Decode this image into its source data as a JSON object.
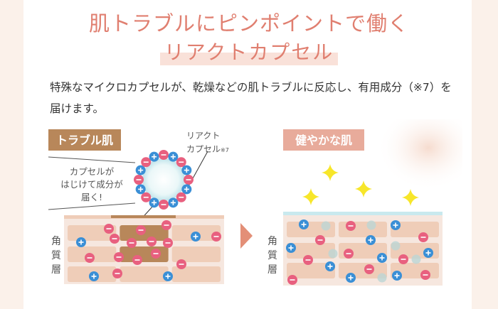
{
  "heading": {
    "line1": "肌トラブルにピンポイントで働く",
    "line2": "リアクトカプセル"
  },
  "description": "特殊なマイクロカプセルが、乾燥などの肌トラブルに反応し、有用成分（※7）を届けます。",
  "left_panel": {
    "label": "トラブル肌",
    "capsule_label_1": "リアクト",
    "capsule_label_2": "カプセル",
    "capsule_note": "※7",
    "callout": [
      "カプセルが",
      "はじけて成分が",
      "届く!"
    ],
    "layer_label": [
      "角",
      "質",
      "層"
    ]
  },
  "right_panel": {
    "label": "健やかな肌",
    "layer_label": [
      "角",
      "質",
      "層"
    ]
  },
  "colors": {
    "title": "#e07f70",
    "plus_ion": "#3a8fd6",
    "minus_ion": "#e8607f",
    "label_trouble": "#b8875a",
    "label_healthy": "#e8ab9b",
    "sparkle": "#f7e62a"
  },
  "icons": [
    "plus-ion-icon",
    "minus-ion-icon",
    "sparkle-icon",
    "arrow-right-icon"
  ]
}
